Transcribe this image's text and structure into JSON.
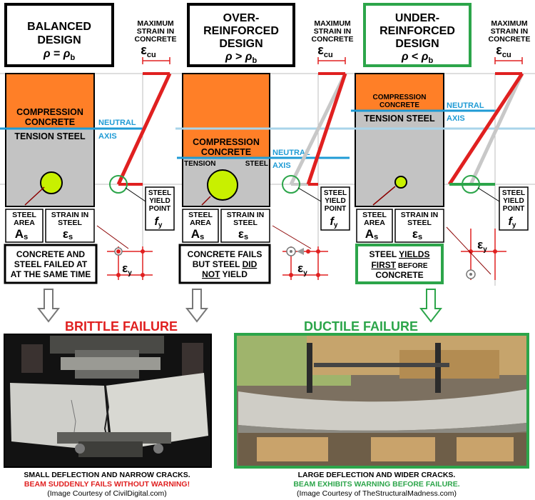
{
  "designs": [
    {
      "title_line1": "BALANCED",
      "title_line2": "DESIGN",
      "rho": "ρ",
      "relation": "=",
      "rho_b": "ρ",
      "rho_b_sub": "b",
      "compression_label_1": "COMPRESSION",
      "compression_label_2": "CONCRETE",
      "tension_label": "TENSION STEEL",
      "conclusion_lines": [
        "CONCRETE  AND",
        "STEEL FAILED AT",
        "AT THE SAME TIME"
      ]
    },
    {
      "title_line1": "OVER-",
      "title_line2": "REINFORCED",
      "title_line3": "DESIGN",
      "rho": "ρ",
      "relation": ">",
      "rho_b": "ρ",
      "rho_b_sub": "b",
      "compression_label_1": "COMPRESSION",
      "compression_label_2": "CONCRETE",
      "tension_label_left": "TENSION",
      "tension_label_right": "STEEL",
      "conclusion_line1": "CONCRETE FAILS",
      "conclusion_line2_a": "BUT STEEL ",
      "conclusion_line2_b": "DID",
      "conclusion_line3_a": "NOT",
      "conclusion_line3_b": " YIELD"
    },
    {
      "title_line1": "UNDER-",
      "title_line2": "REINFORCED",
      "title_line3": "DESIGN",
      "rho": "ρ",
      "relation": "<",
      "rho_b": "ρ",
      "rho_b_sub": "b",
      "compression_label_1": "COMPRESSION",
      "compression_label_2": "CONCRETE",
      "tension_label": "TENSION STEEL",
      "conclusion_line1_a": "STEEL ",
      "conclusion_line1_b": "YIELDS",
      "conclusion_line2_a": "FIRST",
      "conclusion_line2_b": " BEFORE",
      "conclusion_line3": "CONCRETE"
    }
  ],
  "max_strain_lines": [
    "MAXIMUM",
    "STRAIN IN",
    "CONCRETE"
  ],
  "eps_cu": "ε",
  "eps_cu_sub": "cu",
  "neutral_line1": "NEUTRAL",
  "neutral_line2": "AXIS",
  "steel_area_lines": [
    "STEEL",
    "AREA"
  ],
  "steel_area_symbol": "A",
  "steel_area_sub": "s",
  "strain_steel_lines": [
    "STRAIN IN",
    "STEEL"
  ],
  "strain_steel_symbol": "ε",
  "strain_steel_sub": "s",
  "yield_lines": [
    "STEEL",
    "YIELD",
    "POINT"
  ],
  "yield_symbol": "f",
  "yield_sub": "y",
  "eps_y": "ε",
  "eps_y_sub": "y",
  "brittle_title": "BRITTLE FAILURE",
  "ductile_title": "DUCTILE FAILURE",
  "brittle_caption_1": "SMALL DEFLECTION AND NARROW CRACKS.",
  "brittle_caption_2": "BEAM SUDDENLY FAILS WITHOUT WARNING!",
  "brittle_caption_3": "(Image Courtesy of CivilDigital.com)",
  "ductile_caption_1": "LARGE DEFLECTION AND WIDER CRACKS.",
  "ductile_caption_2": "BEAM EXHIBITS WARNING BEFORE FAILURE.",
  "ductile_caption_3": "(Image Courtesy of TheStructuralMadness.com)",
  "colors": {
    "orange": "#ff7f27",
    "gray": "#c3c3c3",
    "red": "#e02020",
    "blue": "#1f9bd5",
    "green": "#2ca54a",
    "lime": "#c8f000",
    "dark_red": "#8b0000"
  }
}
